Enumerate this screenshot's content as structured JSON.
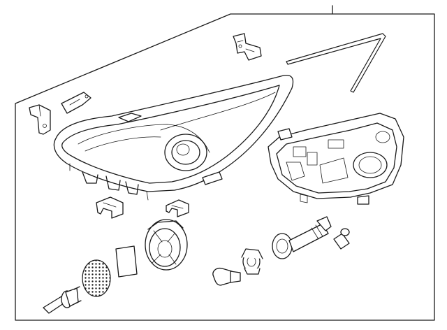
{
  "diagram": {
    "background": "#ffffff",
    "line_color": "#1a1a1a",
    "parts": [
      {
        "name": "headlamp-assembly"
      },
      {
        "name": "upper-mount-bracket"
      },
      {
        "name": "left-mount-bracket"
      },
      {
        "name": "small-bracket"
      },
      {
        "name": "wire-rod"
      },
      {
        "name": "rear-housing"
      },
      {
        "name": "retainer-clip-left"
      },
      {
        "name": "retainer-clip-right"
      },
      {
        "name": "dust-cap"
      },
      {
        "name": "gasket"
      },
      {
        "name": "mesh-cover"
      },
      {
        "name": "hid-bulb"
      },
      {
        "name": "turn-signal-bulb"
      },
      {
        "name": "bulb-socket"
      },
      {
        "name": "ballast-socket"
      },
      {
        "name": "side-marker-bulb"
      }
    ]
  }
}
